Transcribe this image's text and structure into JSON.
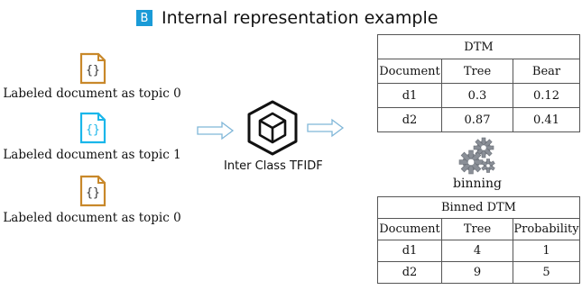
{
  "header": {
    "badge": "B",
    "title": "Internal representation example"
  },
  "documents": [
    {
      "label": "Labeled document as topic 0",
      "icon": "json-file-icon",
      "color": "#c8882a"
    },
    {
      "label": "Labeled document as topic 1",
      "icon": "json-file-icon",
      "color": "#1ab6ea"
    },
    {
      "label": "Labeled document as topic 0",
      "icon": "json-file-icon",
      "color": "#c8882a"
    }
  ],
  "process": {
    "label": "Inter Class TFIDF",
    "icon": "cube-icon"
  },
  "binning": {
    "label": "binning",
    "icon": "gears-icon"
  },
  "dtm": {
    "title": "DTM",
    "headers": [
      "Document",
      "Tree",
      "Bear"
    ],
    "rows": [
      [
        "d1",
        "0.3",
        "0.12"
      ],
      [
        "d2",
        "0.87",
        "0.41"
      ]
    ]
  },
  "binned_dtm": {
    "title": "Binned DTM",
    "headers": [
      "Document",
      "Tree",
      "Probability"
    ],
    "rows": [
      [
        "d1",
        "4",
        "1"
      ],
      [
        "d2",
        "9",
        "5"
      ]
    ]
  }
}
